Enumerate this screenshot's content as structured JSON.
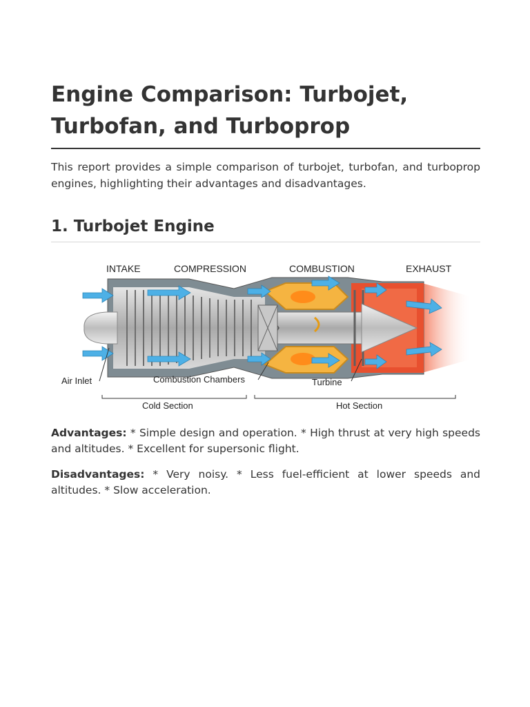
{
  "title": "Engine Comparison: Turbojet, Turbofan, and Turboprop",
  "intro": "This report provides a simple comparison of turbojet, turbofan, and turboprop engines, highlighting their advantages and disadvantages.",
  "section1": {
    "heading": "1. Turbojet Engine",
    "diagram": {
      "labels": {
        "intake": "INTAKE",
        "compression": "COMPRESSION",
        "combustion": "COMBUSTION",
        "exhaust": "EXHAUST",
        "air_inlet": "Air Inlet",
        "combustion_chambers": "Combustion Chambers",
        "turbine": "Turbine",
        "cold_section": "Cold Section",
        "hot_section": "Hot Section"
      }
    },
    "advantages_label": "Advantages:",
    "advantages_text": " * Simple design and operation. * High thrust at very high speeds and altitudes. * Excellent for supersonic flight.",
    "disadvantages_label": "Disadvantages:",
    "disadvantages_text": " * Very noisy. * Less fuel-efficient at lower speeds and altitudes. * Slow acceleration."
  }
}
